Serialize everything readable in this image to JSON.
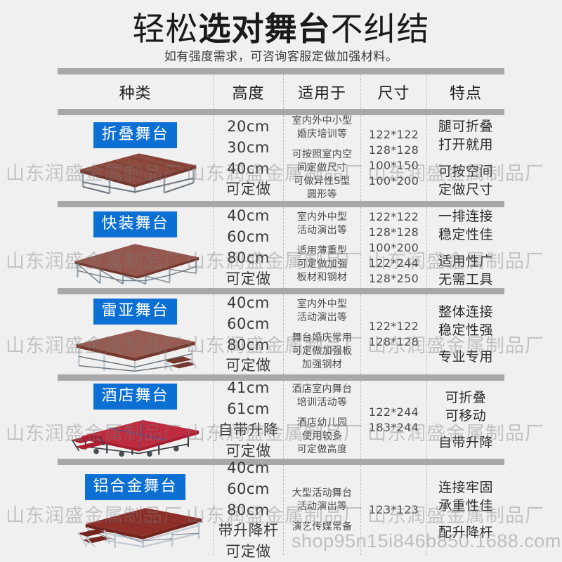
{
  "header": {
    "title_part1": "轻松",
    "title_part2": "选对舞台",
    "title_part3": "不纠结",
    "subtitle": "如有强度需求，可咨询客服定做加强材料。"
  },
  "table": {
    "columns": [
      "种类",
      "高度",
      "适用于",
      "尺寸",
      "特点"
    ],
    "rows": [
      {
        "category": "折叠舞台",
        "heights": [
          "20cm",
          "30cm",
          "40cm",
          "可定做"
        ],
        "uses": [
          "室内外中小型",
          "婚庆培训等",
          "可按照室内空",
          "间定做尺寸",
          "可做异性S型",
          "圆形等"
        ],
        "sizes": [
          "122*122",
          "128*128",
          "100*150",
          "100*200"
        ],
        "features": [
          "腿可折叠",
          "打开就用",
          "可按空间",
          "定做尺寸"
        ]
      },
      {
        "category": "快装舞台",
        "heights": [
          "40cm",
          "60cm",
          "80cm",
          "可定做"
        ],
        "uses": [
          "室内外中型",
          "活动演出等",
          "适用薄重型",
          "可定做加强",
          "板材和钢材"
        ],
        "sizes": [
          "122*122",
          "128*128",
          "100*200",
          "122*244",
          "128*250"
        ],
        "features": [
          "一排连接",
          "稳定性佳",
          "适用性广",
          "无需工具"
        ]
      },
      {
        "category": "雷亚舞台",
        "heights": [
          "40cm",
          "60cm",
          "80cm",
          "可定做"
        ],
        "uses": [
          "室内外中型",
          "活动演出等",
          "舞台婚庆常用",
          "可定做加强板",
          "加强钢材"
        ],
        "sizes": [
          "122*122",
          "128*128"
        ],
        "features": [
          "整体连接",
          "稳定性强",
          "专业专用"
        ]
      },
      {
        "category": "酒店舞台",
        "heights": [
          "41cm",
          "61cm",
          "自带升降",
          "可定做"
        ],
        "uses": [
          "酒店室内舞台",
          "培训活动等",
          "酒店幼儿园",
          "使用较多",
          "可定做高度"
        ],
        "sizes": [
          "122*244",
          "183*244"
        ],
        "features": [
          "可折叠",
          "可移动",
          "自带升降"
        ]
      },
      {
        "category": "铝合金舞台",
        "heights": [
          "40cm",
          "60cm",
          "80cm",
          "带升降杆",
          "可定做"
        ],
        "uses": [
          "大型活动舞台",
          "活动演出等",
          "演艺传媒常备"
        ],
        "sizes": [
          "123*123"
        ],
        "features": [
          "连接牢固",
          "承重性佳",
          "配升降杆"
        ]
      }
    ]
  },
  "watermarks": {
    "brand": "山东润盛金属制品厂",
    "url": "shop95n15i846b850.1688.com"
  },
  "colors": {
    "badge_blue": "#0b6fd4",
    "separator_gray": "#a8a8a8",
    "background": "#f0f0f0"
  }
}
